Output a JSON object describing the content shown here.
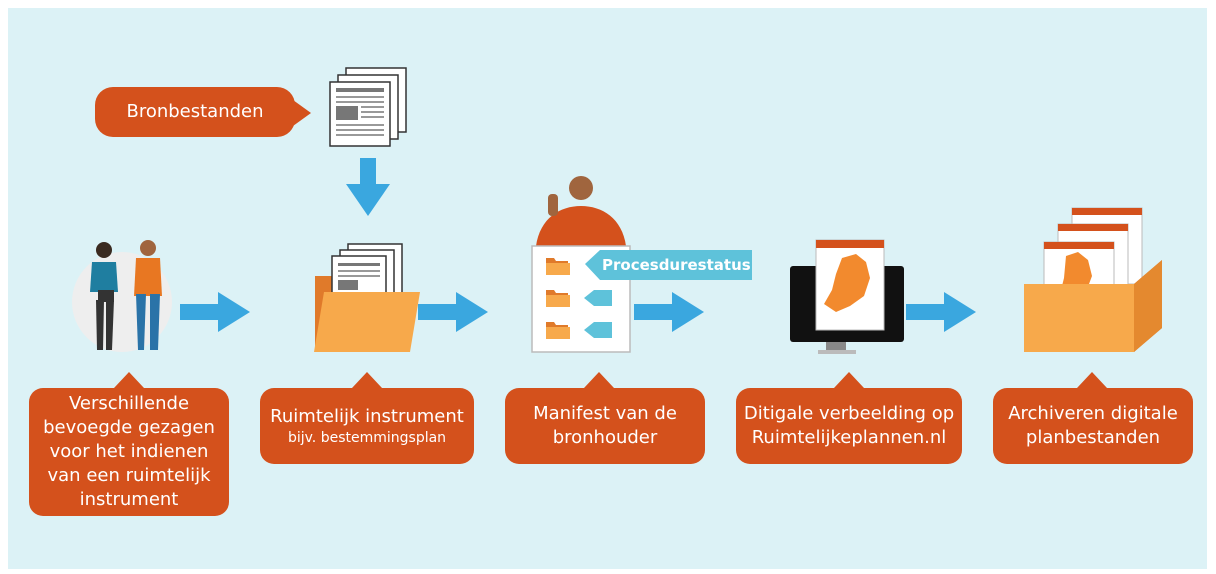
{
  "labels": {
    "bronbestanden": "Bronbestanden",
    "procedurestatus": "Procesdurestatus",
    "step1": [
      "Verschillende",
      "bevoegde gezagen",
      "voor het indienen",
      "van een ruimtelijk",
      "instrument"
    ],
    "step2_title": "Ruimtelijk instrument",
    "step2_sub": "bijv. bestemmingsplan",
    "step3": [
      "Manifest van de",
      "bronhouder"
    ],
    "step4": [
      "Ditigale verbeelding op",
      "Ruimtelijkeplannen.nl"
    ],
    "step5": [
      "Archiveren digitale",
      "planbestanden"
    ]
  },
  "icons": [
    "people-icon",
    "documents-icon",
    "folder-icon",
    "person-thumbs-up-icon",
    "checklist-icon",
    "monitor-map-icon",
    "archive-box-icon",
    "arrow-right-icon",
    "arrow-down-icon"
  ],
  "colors": {
    "background": "#dcf2f6",
    "bubble": "#d4511c",
    "arrow": "#3aa7df",
    "folder": "#f7a94b",
    "label_tag": "#5ec2da"
  }
}
